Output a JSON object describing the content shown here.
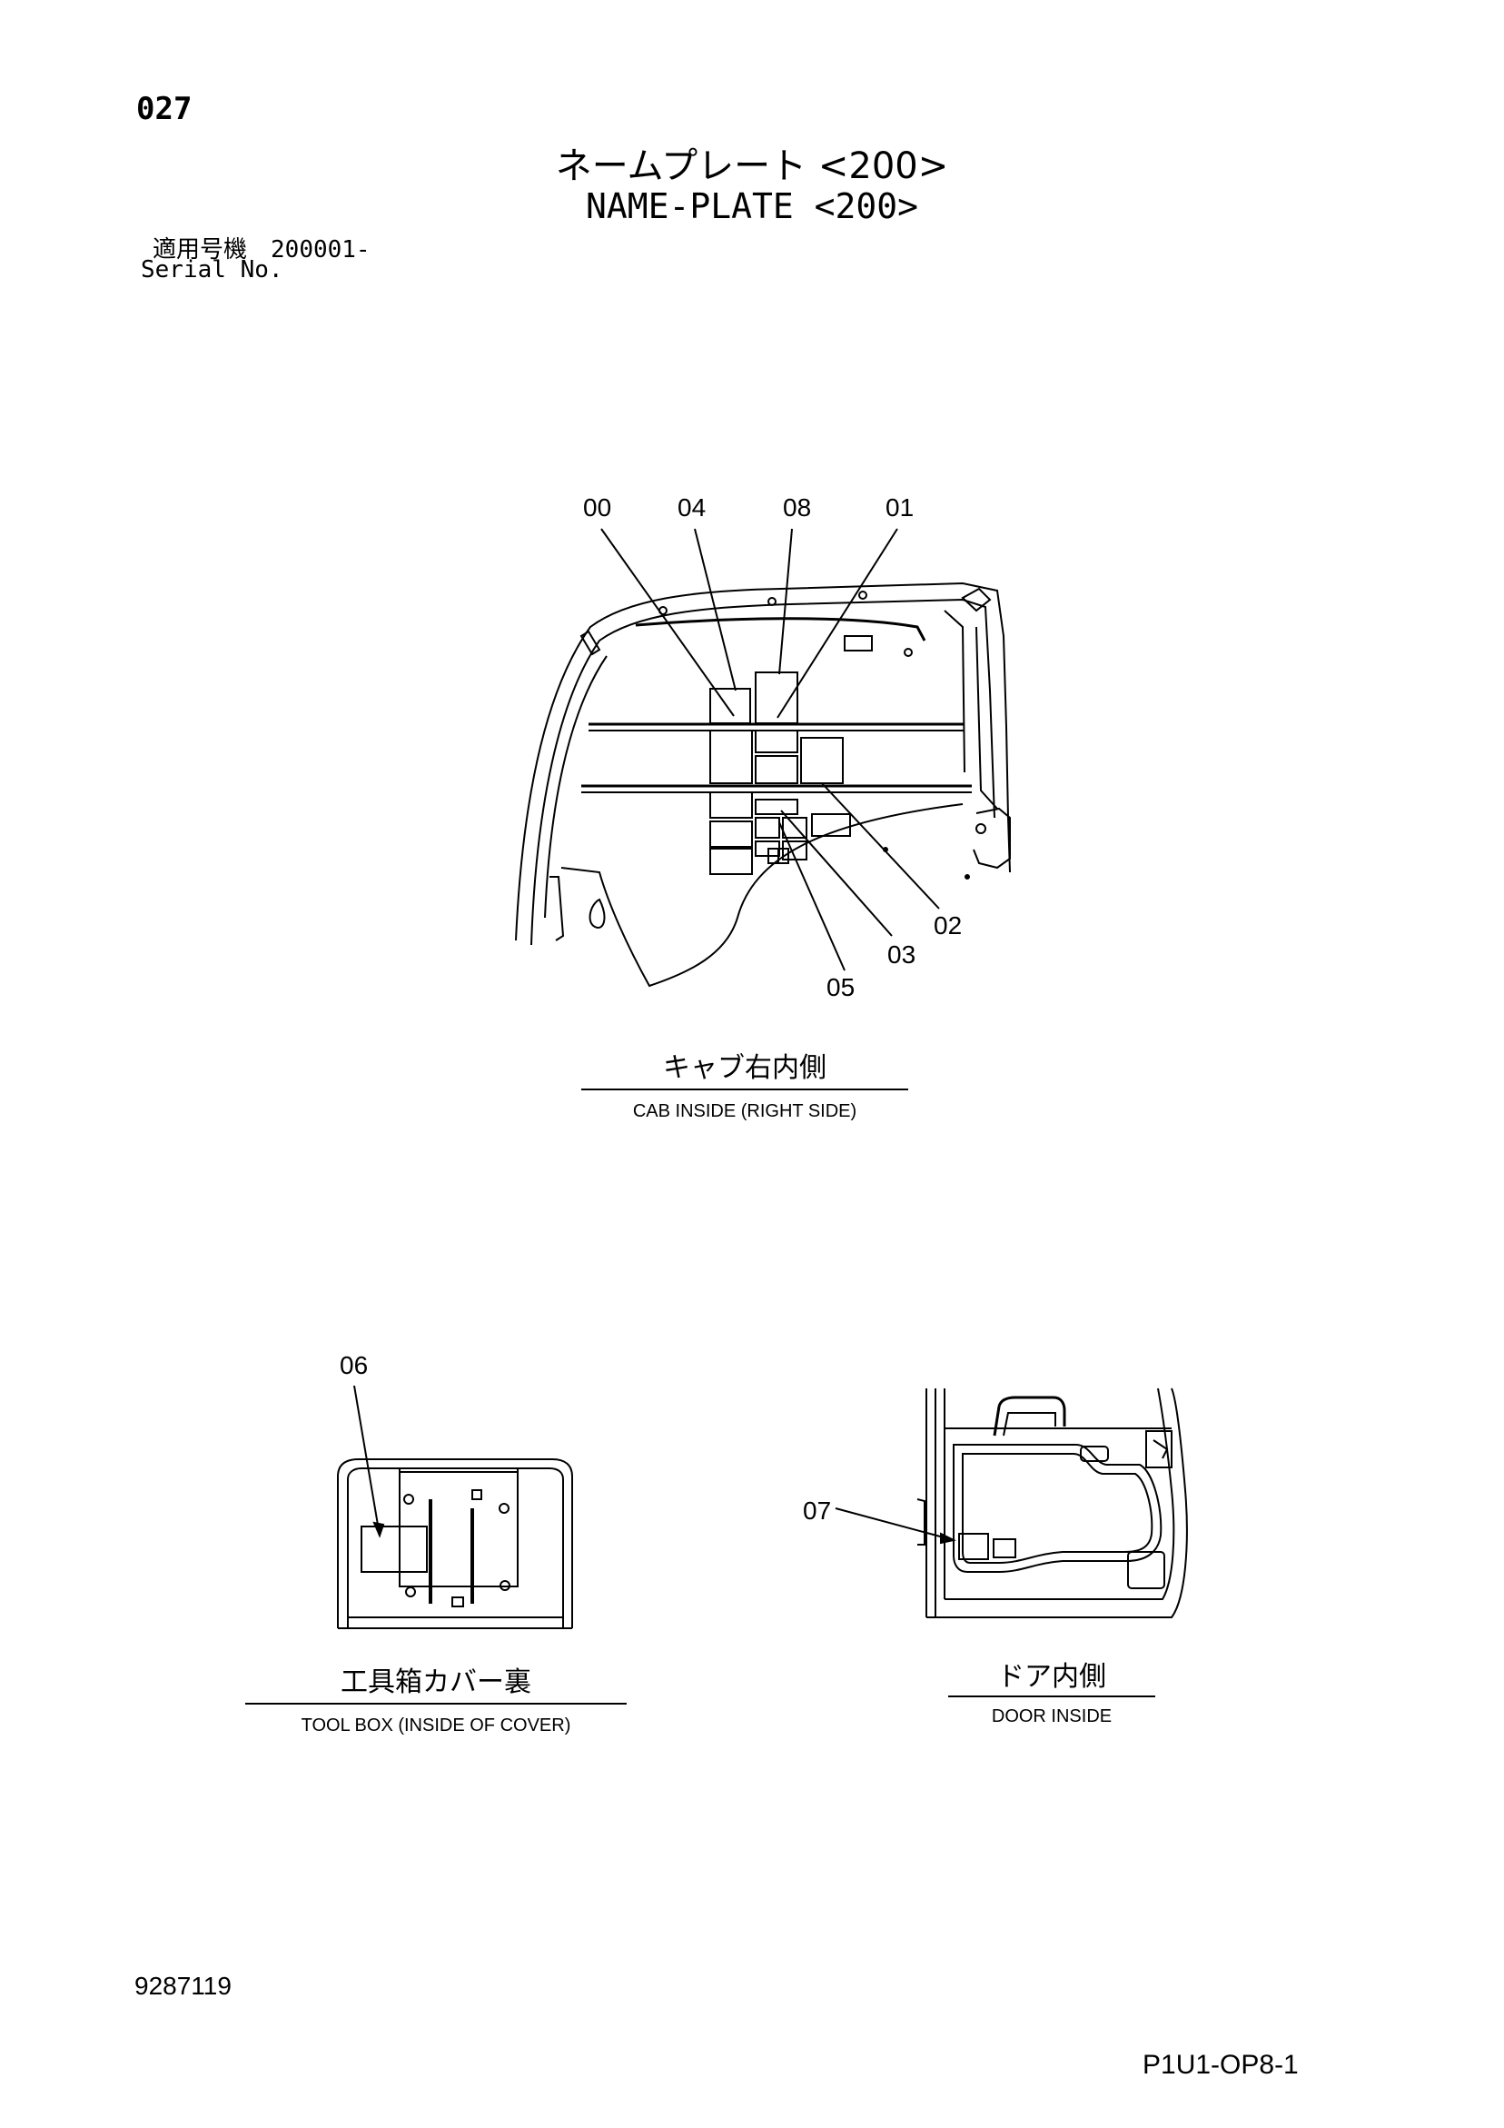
{
  "header": {
    "page_number": "027",
    "title_jp": "ネームプレート <200>",
    "title_en": "NAME-PLATE <200>",
    "serial_label_jp": "適用号機",
    "serial_value": "200001-",
    "serial_label_en": "Serial No."
  },
  "views": {
    "cab": {
      "caption_jp": "キャブ右内側",
      "caption_en": "CAB INSIDE (RIGHT SIDE)",
      "callouts": [
        "00",
        "04",
        "08",
        "01",
        "02",
        "03",
        "05"
      ]
    },
    "toolbox": {
      "caption_jp": "工具箱カバー裏",
      "caption_en": "TOOL BOX (INSIDE OF COVER)",
      "callouts": [
        "06"
      ]
    },
    "door": {
      "caption_jp": "ドア内側",
      "caption_en": "DOOR INSIDE",
      "callouts": [
        "07"
      ]
    }
  },
  "footer": {
    "document_number": "9287119",
    "sheet_code": "P1U1-OP8-1"
  }
}
